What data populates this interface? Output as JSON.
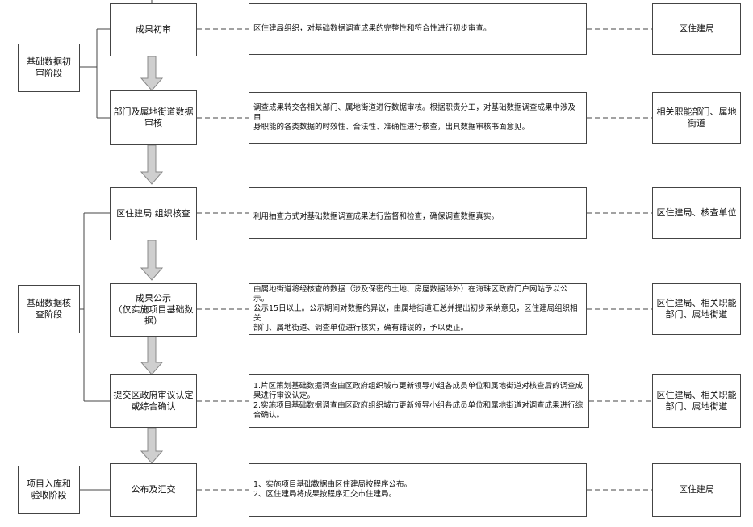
{
  "stages": [
    {
      "label": "基础数据初\n审阶段"
    },
    {
      "label": "基础数据核\n查阶段"
    },
    {
      "label": "项目入库和\n验收阶段"
    }
  ],
  "steps": [
    {
      "label": "成果初审",
      "description": "区住建局组织，对基础数据调查成果的完整性和符合性进行初步审查。",
      "responsible": "区住建局"
    },
    {
      "label": "部门及属地街道数据\n审核",
      "description": "调查成果转交各相关部门、属地街道进行数据审核。根据职责分工，对基础数据调查成果中涉及自\n身职能的各类数据的时效性、合法性、准确性进行核查，出具数据审核书面意见。",
      "responsible": "相关职能部门、属地\n街道"
    },
    {
      "label": "区住建局 组织核查",
      "description": "利用抽查方式对基础数据调查成果进行监督和检查，确保调查数据真实。",
      "responsible": "区住建局、核查单位"
    },
    {
      "label": "成果公示\n（仅实施项目基础数据）",
      "description": "由属地街道将经核查的数据（涉及保密的土地、房屋数据除外）在海珠区政府门户网站予以公示。\n公示15日以上。公示期间对数据的异议，由属地街道汇总并提出初步采纳意见，区住建局组织相关\n部门、属地街道、调查单位进行核实，确有错误的，予以更正。",
      "responsible": "区住建局、相关职能\n部门、属地街道"
    },
    {
      "label": "提交区政府审议认定\n或综合确认",
      "description": "1.片区策划基础数据调查由区政府组织城市更新领导小组各成员单位和属地街道对核查后的调查成\n果进行审议认定。\n2.实施项目基础数据调查由区政府组织城市更新领导小组各成员单位和属地街道对调查成果进行综\n合确认。",
      "responsible": "区住建局、相关职能\n部门、属地街道"
    },
    {
      "label": "公布及汇交",
      "description": "1、实施项目基础数据由区住建局按程序公布。\n2、区住建局将成果按程序汇交市住建局。",
      "responsible": "区住建局"
    }
  ]
}
